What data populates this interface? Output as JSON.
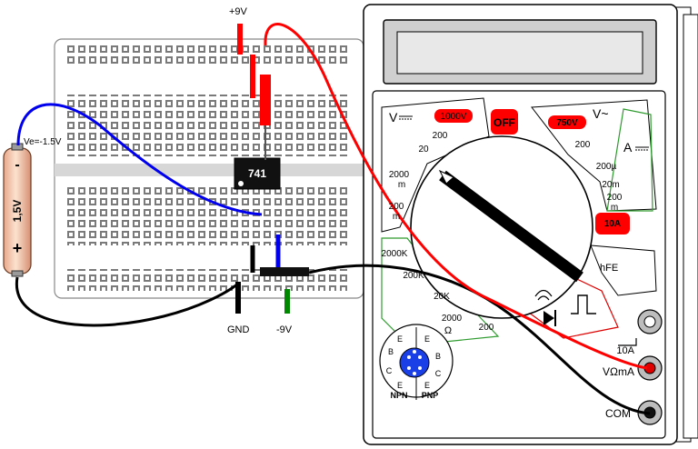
{
  "supply": {
    "positive": "+9V",
    "negative": "-9V",
    "ground": "GND"
  },
  "battery": {
    "rating": "1,5V",
    "voltage_note": "Ve=-1.5V",
    "minus": "-",
    "plus": "+"
  },
  "chip": {
    "label": "741"
  },
  "multimeter": {
    "display_text": "",
    "selector_position": "dc-volts-2000m",
    "dial": {
      "dcv_symbol": "V",
      "acv_symbol": "V~",
      "amp_symbol": "A",
      "off": "OFF",
      "v1000": "1000V",
      "v750": "750V",
      "a10": "10A",
      "hfe": "hFE",
      "labels": {
        "dcv_200": "200",
        "dcv_20": "20",
        "dcv_2000m": "2000",
        "dcv_2000m_unit": "m",
        "dcv_200m": "200",
        "dcv_200m_unit": "m",
        "acv_200": "200",
        "a_200u": "200µ",
        "a_20m": "20m",
        "a_200m": "200",
        "a_200m_unit": "m",
        "ohm_2000k": "2000K",
        "ohm_200k": "200K",
        "ohm_20k": "20K",
        "ohm_2000": "2000",
        "ohm_unit": "Ω",
        "ohm_200": "200"
      }
    },
    "transistor_socket": {
      "npn": "NPN",
      "pnp": "PNP",
      "pins_left": [
        "E",
        "B",
        "C",
        "E"
      ],
      "pins_right": [
        "E",
        "B",
        "C",
        "E"
      ]
    },
    "jacks": {
      "a10": "10A",
      "vohm": "VΩmA",
      "com": "COM"
    }
  },
  "colors": {
    "red_wire": "#ff0000",
    "blue_wire": "#0000ee",
    "black_wire": "#000000",
    "green_wire": "#008800",
    "battery_body": "#f3c7a8",
    "dial_red": "#ff0000",
    "meter_green": "#2e9b2e"
  }
}
